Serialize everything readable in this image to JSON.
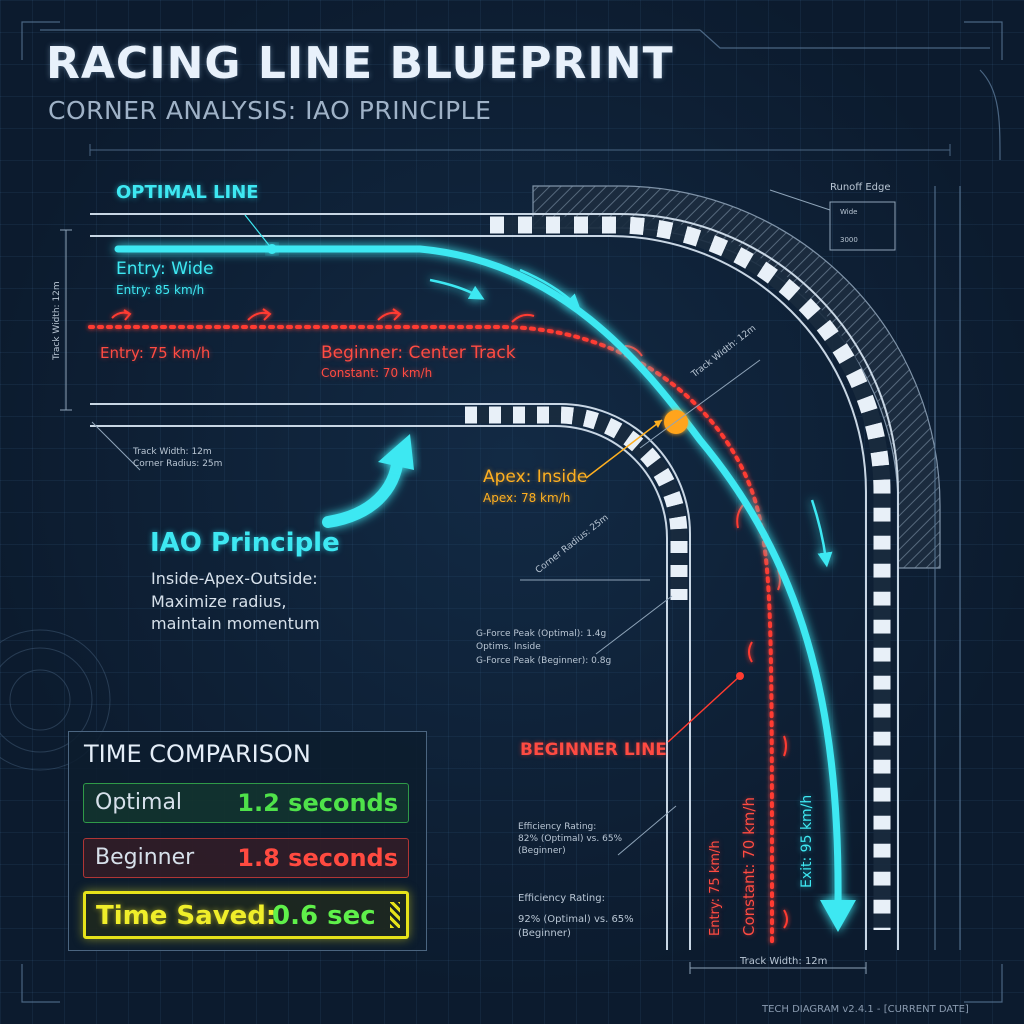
{
  "title": "RACING LINE BLUEPRINT",
  "subtitle": "CORNER ANALYSIS: IAO PRINCIPLE",
  "optimal": {
    "heading": "OPTIMAL LINE",
    "entry": "Entry: Wide",
    "entry_speed": "Entry: 85 km/h",
    "exit_vertical": "Exit: 95 km/h"
  },
  "beginner": {
    "heading": "BEGINNER LINE",
    "entry": "Entry: 75 km/h",
    "center": "Beginner: Center Track",
    "constant": "Constant: 70 km/h",
    "entry_vertical": "Entry: 75 km/h",
    "constant_vertical": "Constant: 70 km/h"
  },
  "apex": {
    "label": "Apex: Inside",
    "speed": "Apex: 78 km/h"
  },
  "principle": {
    "title": "IAO Principle",
    "lines": [
      "Inside-Apex-Outside:",
      "Maximize radius,",
      "maintain momentum"
    ]
  },
  "annotations": {
    "runoff": "Runoff Edge",
    "runoff_small": [
      "Wide",
      "3000"
    ],
    "track_width_side": "Track Width: 12m",
    "track_width_apex": "Track Width: 12m",
    "track_width_left": [
      "Track Width: 12m",
      "Corner Radius: 25m"
    ],
    "corner_radius": "Corner Radius: 25m",
    "gforce": [
      "G-Force Peak (Optimal): 1.4g",
      "Optims. Inside",
      "G-Force Peak (Beginner): 0.8g"
    ],
    "efficiency_1": [
      "Efficiency Rating:",
      "82% (Optimal) vs. 65%",
      "(Beginner)"
    ],
    "efficiency_2": [
      "Efficiency Rating:",
      "92% (Optimal) vs. 65%",
      "(Beginner)"
    ],
    "track_width_bottom": "Track Width: 12m",
    "footer": "TECH DIAGRAM v2.4.1 - [CURRENT DATE]"
  },
  "time_comparison": {
    "title": "TIME COMPARISON",
    "rows": [
      {
        "label": "Optimal",
        "value": "1.2 seconds"
      },
      {
        "label": "Beginner",
        "value": "1.8 seconds"
      }
    ],
    "saved_label": "Time Saved:",
    "saved_value": "0.6 sec"
  },
  "colors": {
    "optimal": "#3ee8f2",
    "beginner": "#ff3b30",
    "apex": "#ffb020",
    "background": "#0c1b2e"
  }
}
